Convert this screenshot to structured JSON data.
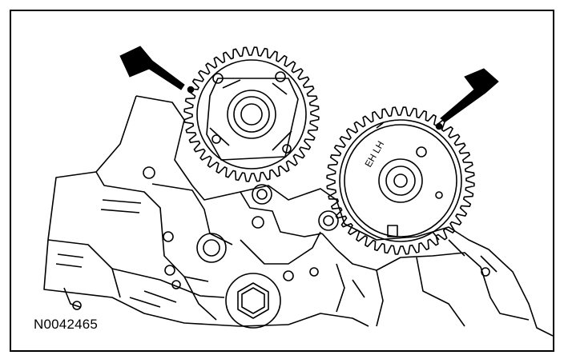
{
  "figure": {
    "id_label": "N0042465",
    "gear_marking": "EH LH",
    "line_color": "#000000",
    "background_color": "#ffffff"
  },
  "callouts": [
    {
      "name": "arrow-left-cam-gear-mark",
      "icon": "arrow-icon"
    },
    {
      "name": "arrow-right-cam-gear-mark",
      "icon": "arrow-icon"
    }
  ]
}
